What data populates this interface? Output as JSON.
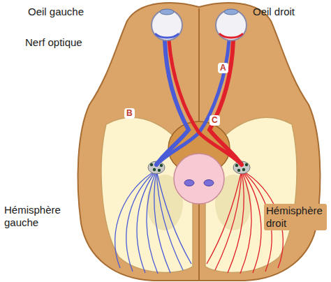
{
  "diagram": {
    "labels": [
      "Oeil gauche",
      "Oeil droit",
      "Nerf optique",
      "A",
      "B",
      "C",
      "Hémisphère gauche",
      "Hémisphère droit"
    ]
  }
}
